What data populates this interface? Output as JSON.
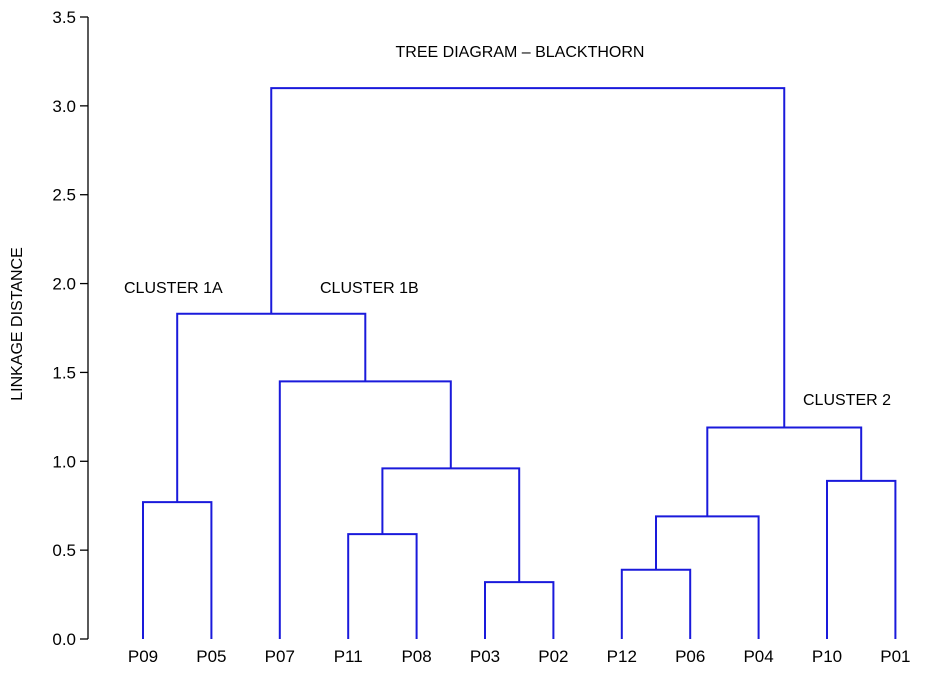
{
  "chart_data": {
    "type": "dendrogram",
    "title": "TREE DIAGRAM – BLACKTHORN",
    "xlabel": "",
    "ylabel": "LINKAGE DISTANCE",
    "ylim": [
      0,
      3.5
    ],
    "yticks": [
      "0.0",
      "0.5",
      "1.0",
      "1.5",
      "2.0",
      "2.5",
      "3.0",
      "3.5"
    ],
    "line_color": "#1a1adb",
    "leaves": [
      "P09",
      "P05",
      "P07",
      "P11",
      "P08",
      "P03",
      "P02",
      "P12",
      "P06",
      "P04",
      "P10",
      "P01"
    ],
    "merges": [
      {
        "left": "P09",
        "right": "P05",
        "height": 0.77
      },
      {
        "left": "P11",
        "right": "P08",
        "height": 0.59
      },
      {
        "left": "P03",
        "right": "P02",
        "height": 0.32
      },
      {
        "left": "P12",
        "right": "P06",
        "height": 0.39
      },
      {
        "left": "P10",
        "right": "P01",
        "height": 0.89
      },
      {
        "left": "P11+P08",
        "right": "P03+P02",
        "height": 0.96
      },
      {
        "left": "P12+P06",
        "right": "P04",
        "height": 0.69
      },
      {
        "left": "P07",
        "right": "P11+P08+P03+P02",
        "height": 1.45
      },
      {
        "left": "P12+P06+P04",
        "right": "P10+P01",
        "height": 1.19
      },
      {
        "left": "P09+P05",
        "right": "P07+P11+P08+P03+P02",
        "height": 1.83
      },
      {
        "left": "P09+P05+P07+P11+P08+P03+P02",
        "right": "P12+P06+P04+P10+P01",
        "height": 3.1
      }
    ],
    "annotations": [
      {
        "text": "CLUSTER 1A"
      },
      {
        "text": "CLUSTER 1B"
      },
      {
        "text": "CLUSTER 2"
      }
    ]
  }
}
